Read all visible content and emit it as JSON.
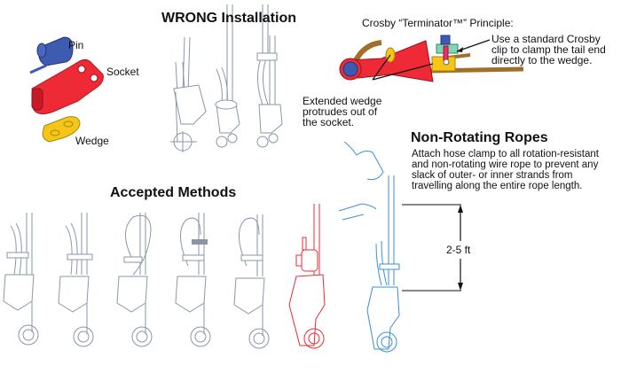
{
  "sections": {
    "wrong_installation": {
      "title": "WRONG Installation"
    },
    "accepted_methods": {
      "title": "Accepted Methods"
    },
    "terminator": {
      "title": "Crosby “Terminator™” Principle:",
      "clip_note": [
        "Use a standard Crosby",
        "clip to clamp the tail end",
        "directly to the wedge."
      ],
      "wedge_note": [
        "Extended wedge",
        "protrudes out of",
        "the socket."
      ]
    },
    "non_rotating": {
      "title": "Non-Rotating Ropes",
      "description": [
        "Attach hose clamp to all rotation-resistant",
        "and non-rotating wire rope to prevent any",
        "slack of outer- or inner strands from",
        "travelling along the entire rope length."
      ],
      "dimension_label": "2-5 ft"
    }
  },
  "parts": {
    "pin": "Pin",
    "socket": "Socket",
    "wedge": "Wedge"
  },
  "colors": {
    "socket_red": "#ee2a36",
    "pin_blue": "#3d5bb0",
    "wedge_yellow": "#f5c518",
    "clip_green": "#7fd6b0",
    "rope_brown": "#a0702a",
    "line_gray": "#8a96a8",
    "nonrotating_blue": "#3a8fd8"
  }
}
